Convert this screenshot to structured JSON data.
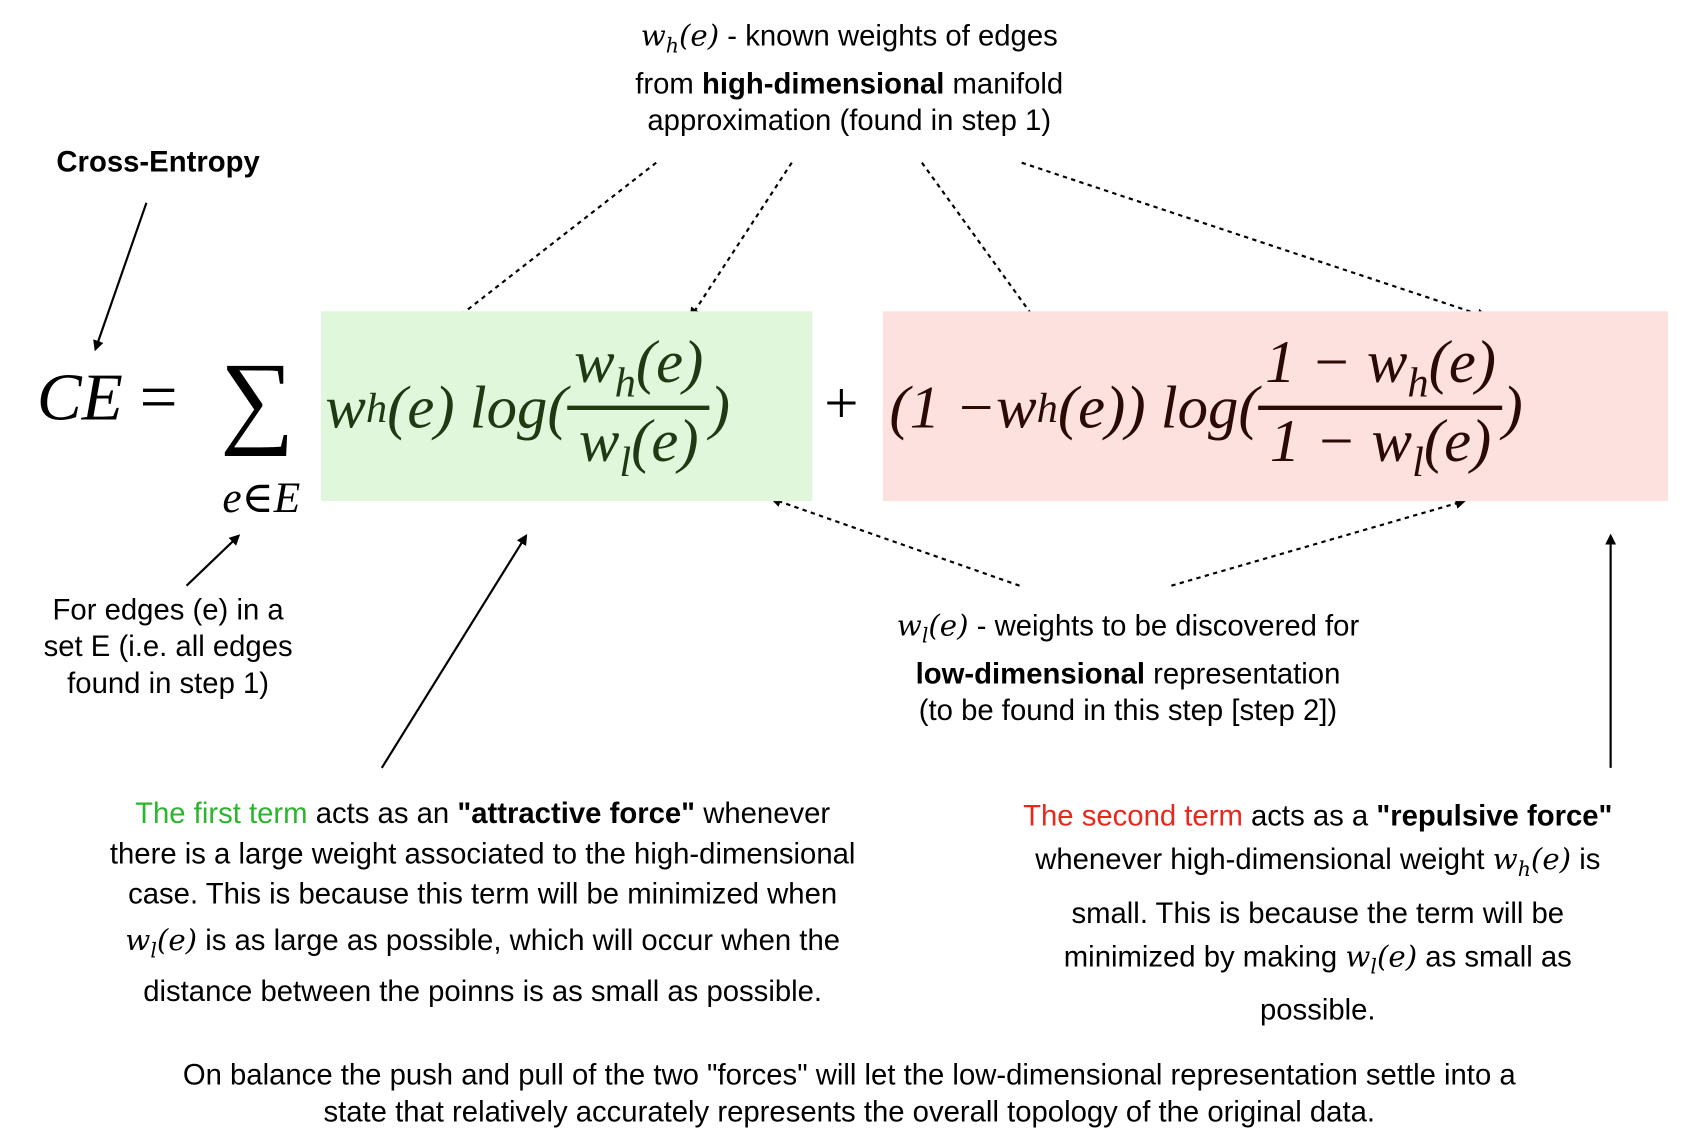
{
  "top_label": {
    "line1_math": "w",
    "line1_sub": "h",
    "line1_arg": "(e)",
    "line1_text": " - known weights of edges",
    "line2_pre": "from ",
    "line2_bold": "high-dimensional",
    "line2_post": " manifold",
    "line3": "approximation (found in step 1)"
  },
  "cross_entropy_label": "Cross-Entropy",
  "formula": {
    "lhs": "CE",
    "equals": "=",
    "sum": "∑",
    "sum_index": "e∈E",
    "w": "w",
    "h": "h",
    "l": "l",
    "arg": "(e)",
    "log": "log(",
    "close": ")",
    "plus": "+",
    "one_minus": "1 − ",
    "open_one_minus": "(1 − ",
    "close2": "))",
    "green_color": "#1f3a13",
    "red_color": "#2b0a06",
    "green_bg": "#e0f7dc",
    "red_bg": "#fde1df"
  },
  "edges_label": {
    "line1": "For edges (e) in a",
    "line2": "set E (i.e. all edges",
    "line3": "found in step 1)"
  },
  "low_label": {
    "line1_text": " - weights to be discovered for",
    "line2_bold": "low-dimensional",
    "line2_post": " representation",
    "line3": "(to be found in this step [step 2])"
  },
  "first_term": {
    "highlight": "The first term",
    "highlight_color": "#2db52d",
    "l1_mid": " acts as an ",
    "l1_bold": "\"attractive force\"",
    "l1_end": " whenever",
    "l2": "there is a large weight associated to the high-dimensional",
    "l3": "case. This is because this term will be minimized when",
    "l4": " is as large as possible, which will occur when the",
    "l5": "distance between the poinns is as small as possible."
  },
  "second_term": {
    "highlight": "The second term",
    "highlight_color": "#e8281c",
    "l1_mid": " acts as a ",
    "l1_bold": "\"repulsive force\"",
    "l2_pre": "whenever high-dimensional weight ",
    "l2_post": " is",
    "l3": "small. This is because the term will be",
    "l4_pre": "minimized by making ",
    "l4_post": " as small as",
    "l5": "possible."
  },
  "conclusion": {
    "line1": "On balance the push and pull of the two \"forces\" will let the low-dimensional representation settle into a",
    "line2": "state that relatively accurately represents the overall topology of the original data."
  }
}
